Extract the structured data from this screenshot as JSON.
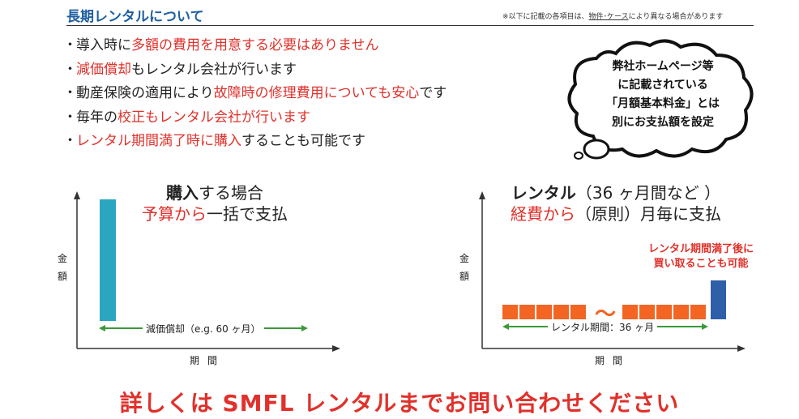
{
  "header": {
    "title": "長期レンタルについて",
    "note_prefix": "※以下に記載の各項目は、",
    "note_underlined": "物件･ケース",
    "note_suffix": "により異なる場合があります"
  },
  "bullets": [
    {
      "dot": "・",
      "parts": [
        {
          "t": "導入時に",
          "red": false
        },
        {
          "t": "多額の費用を用意する必要はありません",
          "red": true
        }
      ]
    },
    {
      "dot": "・",
      "parts": [
        {
          "t": "減価償却",
          "red": true
        },
        {
          "t": "もレンタル会社が行います",
          "red": false
        }
      ]
    },
    {
      "dot": "・",
      "parts": [
        {
          "t": "動産保険の適用により",
          "red": false
        },
        {
          "t": "故障時の修理費用についても安心",
          "red": true
        },
        {
          "t": "です",
          "red": false
        }
      ]
    },
    {
      "dot": "・",
      "parts": [
        {
          "t": "毎年の",
          "red": false
        },
        {
          "t": "校正もレンタル会社が行います",
          "red": true
        }
      ]
    },
    {
      "dot": "・",
      "parts": [
        {
          "t": "レンタル期間満了時に購入",
          "red": true
        },
        {
          "t": "することも可能です",
          "red": false
        }
      ]
    }
  ],
  "bubble": {
    "line1": "弊社ホームページ等",
    "line2": "に記載されている",
    "line3": "「月額基本料金」とは",
    "line4": "別にお支払額を設定"
  },
  "purchase": {
    "title_bold": "購入",
    "title_rest": "する場合",
    "sub_red": "予算から",
    "sub_rest": "一括で支払",
    "ylabel_1": "金",
    "ylabel_2": "額",
    "xlabel": "期間",
    "range_label": "減価償却（e.g. 60 ヶ月）"
  },
  "rental": {
    "title_bold": "レンタル",
    "title_rest": "（36 ヶ月間など ）",
    "sub_red": "経費から",
    "sub_rest": "（原則）月毎に支払",
    "ylabel_1": "金",
    "ylabel_2": "額",
    "xlabel": "期間",
    "range_label": "レンタル期間：36 ヶ月",
    "tilde": "～",
    "buyout_1": "レンタル期間満了後に",
    "buyout_2": "買い取ることも可能"
  },
  "cta": "詳しくは SMFL レンタルまでお問い合わせください",
  "colors": {
    "accent_red": "#e0312b",
    "heading_blue": "#1f5fa0",
    "purchase_bar": "#2aa6c0",
    "monthly_bar": "#f26522",
    "buyout_bar": "#2e5fa8",
    "range_arrow": "#3a9a3a"
  }
}
